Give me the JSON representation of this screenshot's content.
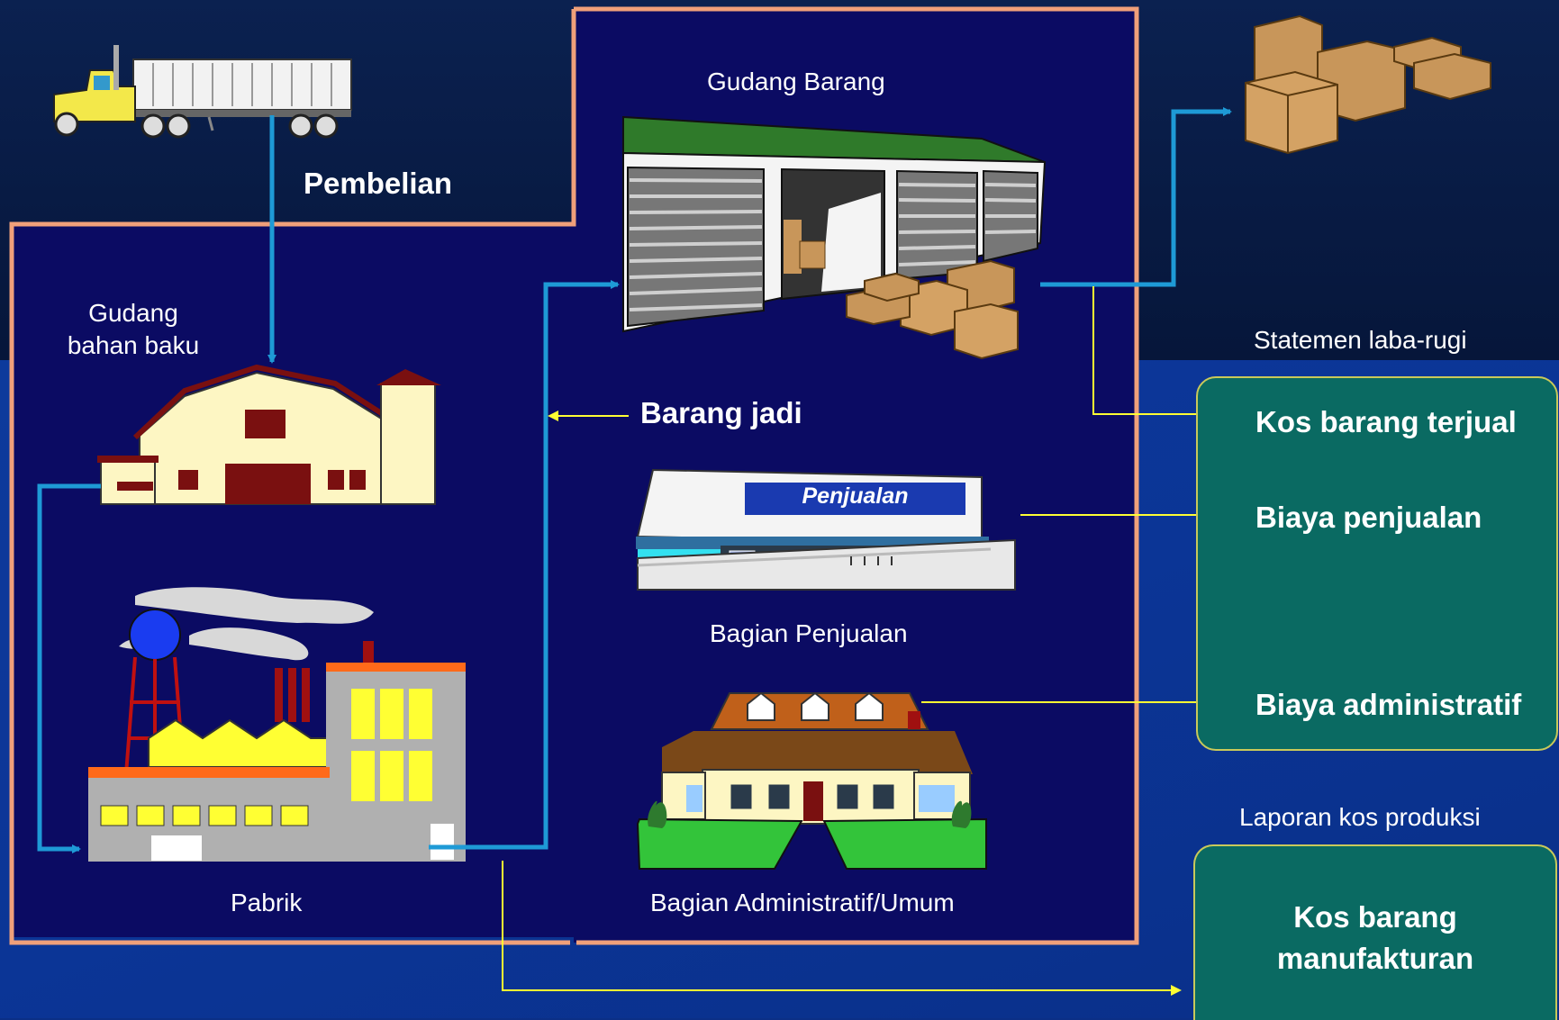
{
  "labels": {
    "pembelian": "Pembelian",
    "gudang_barang": "Gudang Barang",
    "gudang_bahan_baku_1": "Gudang",
    "gudang_bahan_baku_2": "bahan baku",
    "barang_jadi": "Barang jadi",
    "penjualan_sign": "Penjualan",
    "bagian_penjualan": "Bagian Penjualan",
    "pabrik": "Pabrik",
    "bagian_admin": "Bagian Administratif/Umum",
    "statemen": "Statemen laba-rugi",
    "laporan": "Laporan kos produksi"
  },
  "income_statement": {
    "items": [
      "Kos barang terjual",
      "Biaya penjualan",
      "Biaya administratif"
    ]
  },
  "production_report": {
    "line1": "Kos barang",
    "line2": "manufakturan"
  },
  "colors": {
    "panel": "#0b0b63",
    "panel_border": "#f0a07a",
    "flow_line": "#1e9ad6",
    "cost_line": "#ffff33",
    "report_box": "#0a6a62"
  }
}
